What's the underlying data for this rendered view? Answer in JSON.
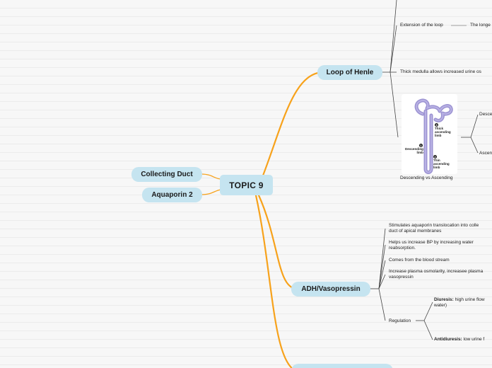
{
  "root": {
    "title": "TOPIC 9"
  },
  "left_topics": [
    "Collecting Duct",
    "Aquaporin 2"
  ],
  "loop_of_henle": {
    "title": "Loop of Henle",
    "children": {
      "extension": "Extension of the loop",
      "extension_child": "The longe",
      "thick_medulla_a": "Thick medulla allows increased",
      "thick_medulla_b": "urine os",
      "image_caption": "Descending vs Ascending",
      "image_children": [
        "Desce",
        "Ascen"
      ],
      "image_labels": {
        "thick_ascending": "Thick ascending limb",
        "descending": "Descending limb",
        "thin_ascending": "Thin ascending limb",
        "num_3": "3",
        "num_1": "1",
        "num_2": "2"
      }
    }
  },
  "adh": {
    "title": "ADH/Vasopressin",
    "children": {
      "stimulates_1": "Stimulates aquaporin translocation into colle",
      "stimulates_2": "duct of apical membranes",
      "helps_1": "Helps us increase BP by increasing water",
      "helps_2": "reabsorption.",
      "comes_from": "Comes from the blood stream",
      "increase_1a": "Increase plasma osmolarity, increase",
      "increase_1b": "e plasma",
      "increase_2": "vasopressin",
      "regulation": "Regulation",
      "diuresis_label": "Diuresis:",
      "diuresis_text": "high urine flow",
      "diuresis_text2": "water)",
      "antidiuresis_label": "Antidiuresis:",
      "antidiuresis_text": "low urine f"
    }
  },
  "colors": {
    "branch": "#f7a21b",
    "node_fill": "#c5e4f0",
    "connector": "#444444",
    "thin_connector": "#8a8a8a",
    "kidney_tube": "#9c93d2"
  }
}
